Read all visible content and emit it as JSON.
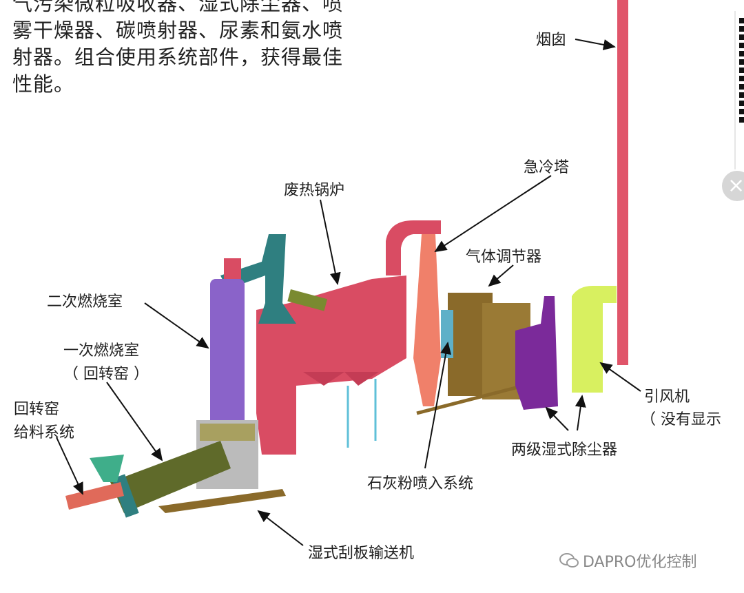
{
  "intro_lines": [
    "气污染微粒吸收器、湿式除尘器、喷",
    "雾干燥器、碳喷射器、尿素和氨水喷",
    "射器。组合使用系统部件，获得最佳",
    "性能。"
  ],
  "labels": {
    "chimney": "烟囱",
    "quench_tower": "急冷塔",
    "waste_heat_boiler": "废热锅炉",
    "gas_conditioner": "气体调节器",
    "secondary_chamber": "二次燃烧室",
    "primary_chamber": "一次燃烧室",
    "primary_chamber_sub": "（ 回转窑 ）",
    "kiln_feed_1": "回转窑",
    "kiln_feed_2": "给料系统",
    "id_fan": "引风机",
    "id_fan_sub": "（ 没有显示",
    "scrubber": "两级湿式除尘器",
    "lime_injection": "石灰粉喷入系统",
    "conveyor": "湿式刮板输送机"
  },
  "watermark": "DAPRO优化控制",
  "close_icon": "×",
  "colors": {
    "chimney": "#e0556a",
    "boiler": "#d94c63",
    "secondary": "#8a63c9",
    "kiln": "#5f6a2a",
    "duct": "#2f7f80",
    "conditioner": "#8a6a2a",
    "scrubber_purple": "#7b2a9a",
    "scrubber_yellow": "#d8f060",
    "quench": "#f0806a"
  }
}
